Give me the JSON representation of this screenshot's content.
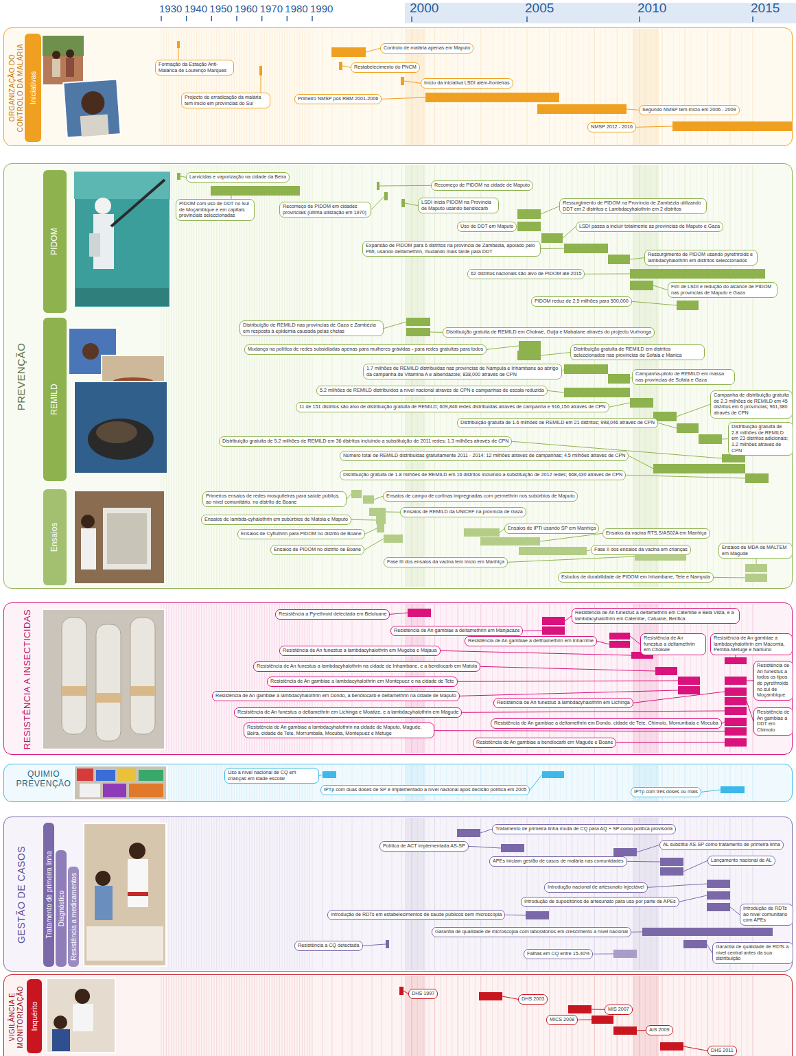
{
  "diagram": {
    "nodes": [
      {
        "text": [
          "ORGANIZAÇÃO DO CONTROLO DA MALÁRIA"
        ]
      },
      {
        "text": [
          "Iniciativas"
        ],
        "in": 0
      },
      {
        "text": [
          "Formação da Estação Anti-Malárica de Lourenço Marques"
        ],
        "in": 0
      },
      {
        "text": [
          "Projecto de erradicação da malária tem início em províncias do Sul"
        ],
        "in": 0
      },
      {
        "text": [
          "Controlo de malária apenas em Maputo"
        ],
        "in": 0
      },
      {
        "text": [
          "Restabelecimento do PNCM"
        ],
        "in": 0
      },
      {
        "text": [
          "Início da iniciativa LSDI além-fronteiras"
        ],
        "in": 0
      },
      {
        "text": [
          "Primeiro NMSP pós RBM 2001-2006"
        ],
        "in": 0
      },
      {
        "text": [
          "Segundo NMSP tem início em 2006 - 2009"
        ],
        "in": 0
      },
      {
        "text": [
          "NMSP 2012 - 2016"
        ],
        "in": 0
      },
      {
        "text": [
          "PREVENÇÃO"
        ]
      },
      {
        "text": [
          "PIDOM"
        ],
        "in": 10
      },
      {
        "text": [
          "Larvicidas e vaporização na cidade da Beira"
        ],
        "in": 10
      },
      {
        "text": [
          "PIDOM com uso de DDT no Sul de Moçambique e em capitais provinciais seleccionadas"
        ],
        "in": 10
      },
      {
        "text": [
          "Recomeço de PIDOM na cidade de Maputo"
        ],
        "in": 10
      },
      {
        "text": [
          "Recomeço de PIDOM em cidades provinciais (última utilização em 1970)"
        ],
        "in": 10
      },
      {
        "text": [
          "LSDI inicia PIDOM na Província de Maputo usando bendiocarb"
        ],
        "in": 10
      },
      {
        "text": [
          "Uso de DDT em Maputo"
        ],
        "in": 10
      },
      {
        "text": [
          "Ressurgimento de PIDOM na Província de Zambézia utilizando DDT em 2 distritos e Lambdacyhalothrin em 2 distritos"
        ],
        "in": 10
      },
      {
        "text": [
          "LSDI passa a incluir totalmente as províncias de Maputo e Gaza"
        ],
        "in": 10
      },
      {
        "text": [
          "Expansão de PIDOM para 6 distritos na província de Zambézia, apoiado pelo PMI, usando deltamethrin, mudando mais tarde para DDT"
        ],
        "in": 10
      },
      {
        "text": [
          "Ressurgimento de PIDOM usando pyrethroids e lambdacyhalothrin em distritos seleccionados"
        ],
        "in": 10
      },
      {
        "text": [
          "62 distritos nacionais são alvo de PIDOM até 2015"
        ],
        "in": 10
      },
      {
        "text": [
          "Fim de LSDI e redução do alcance de PIDOM nas províncias de Maputo e Gaza"
        ],
        "in": 10
      },
      {
        "text": [
          "PIDOM reduz de 2.5 milhões para 500,000"
        ],
        "in": 10
      },
      {
        "text": [
          "REMILD"
        ],
        "in": 10
      },
      {
        "text": [
          "Distribuição de REMILD nas províncias de Gaza e Zambézia em resposta à epidemia causada pelas cheias"
        ],
        "in": 10
      },
      {
        "text": [
          "Distribuição gratuita de REMILD em Chokwe, Guija e Mabalane através do projecto Vurhonga"
        ],
        "in": 10
      },
      {
        "text": [
          "Mudança na política de redes subsidiadas apenas para mulheres grávidas - para redes gratuitas para todos"
        ],
        "in": 10
      },
      {
        "text": [
          "Distribuição gratuita de REMILD em distritos seleccionados nas províncias de Sofala e Manica"
        ],
        "in": 10
      },
      {
        "text": [
          "1.7 milhões de REMILD distribuidas nas províncias de Nampula e Inhambane ao abrigo da campanha de Vitamina A e albendazole; 838,000 através de CPN"
        ],
        "in": 10
      },
      {
        "text": [
          "Campanha-piloto de REMILD em massa nas províncias de Sofala e Gaza"
        ],
        "in": 10
      },
      {
        "text": [
          "5.2 milhões de REMILD distribuídos a nível nacional através de CPN e campanhas de escala reduzida"
        ],
        "in": 10
      },
      {
        "text": [
          "Campanha de distribuição gratuita de 2.3 milhões de REMILD em 45 distritos em 6 províncias; 961,380 através de CPN"
        ],
        "in": 10
      },
      {
        "text": [
          "11 de 151 distritos são alvo de distribuição gratuita de REMILD; 609,846 redes distribuidas através de campanha e 916,150 através de CPN"
        ],
        "in": 10
      },
      {
        "text": [
          "Distribuição gratuita de 1.6 milhões de REMILD em 21 distritos; 998,046 através de CPN"
        ],
        "in": 10
      },
      {
        "text": [
          "Distribuição gratuita de 2.8 milhões de REMILD em 23 distritos adicionais; 1.2 milhões através de CPN"
        ],
        "in": 10
      },
      {
        "text": [
          "Distribuição gratuita de 5.2 milhões de REMILD em 36 distritos incluindo a substituição de 2011 redes; 1.3 milhões através de CPN"
        ],
        "in": 10
      },
      {
        "text": [
          "Número total de REMILD distribuidas gratuitamente 2011 - 2014: 12 milhões através de campanhas; 4.5 milhões através de CPN"
        ],
        "in": 10
      },
      {
        "text": [
          "Distribuição gratuita de 1.8 milhões de REMILD em 16 distritos incluindo a substituição de 2012 redes; 668,430 através de CPN"
        ],
        "in": 10
      },
      {
        "text": [
          "Ensaios"
        ],
        "in": 10
      },
      {
        "text": [
          "Primeiros ensaios de redes mosquiteiras para saúde pública, ao nível comunitário, no distrito de Boane"
        ],
        "in": 10
      },
      {
        "text": [
          "Ensaios de campo de cortinas impregnadas com permethrin nos subúrbios de Maputo"
        ],
        "in": 10
      },
      {
        "text": [
          "Ensaios de REMILD da UNICEF na província de Gaza"
        ],
        "in": 10
      },
      {
        "text": [
          "Ensaios de lambda-cyhalothrin em subúrbios de Matola e Maputo"
        ],
        "in": 10
      },
      {
        "text": [
          "Ensaios de IPTi usando SP em Manhiça"
        ],
        "in": 10
      },
      {
        "text": [
          "Ensaios de Cyfluthrin para PIDOM no distrito de Boane"
        ],
        "in": 10
      },
      {
        "text": [
          "Ensaios da vacina RTS,S/AS02A em Manhiça"
        ],
        "in": 10
      },
      {
        "text": [
          "Ensaios de PIDOM no distrito de Boane"
        ],
        "in": 10
      },
      {
        "text": [
          "Fase II dos ensaios da vacina em crianças"
        ],
        "in": 10
      },
      {
        "text": [
          "Ensaios de MDA de MALTEM em Magude"
        ],
        "in": 10
      },
      {
        "text": [
          "Fase III dos ensaios da vacina tem início em Manhiça"
        ],
        "in": 10
      },
      {
        "text": [
          "Estudos de durabilidade de PIDOM em Inhambane, Tete e Nampula"
        ],
        "in": 10
      },
      {
        "text": [
          "RESISTÊNCIA A INSECTICIDAS"
        ]
      },
      {
        "text": [
          "Resistência a Pyrethroid detectada em Beluluane"
        ],
        "in": 53
      },
      {
        "text": [
          "Resistência de An funestus a deltamethrin em Catembe e Bela Vista, e a lambdacyhalothrin em Catembe, Catuane, Benfica"
        ],
        "in": 53
      },
      {
        "text": [
          "Resistência de An gambiae a deltamethrin em Manjacaze"
        ],
        "in": 53
      },
      {
        "text": [
          "Resistência de An funestus a deltamethrin em Chokwe"
        ],
        "in": 53
      },
      {
        "text": [
          "Resistência de An gambiae a lambdacyhalothrin em Macomia, Pemba-Metuge e Namuno"
        ],
        "in": 53
      },
      {
        "text": [
          "Resistência de An funestus a lambdacyhalothrin em Mugeba e Majaua"
        ],
        "in": 53
      },
      {
        "text": [
          "Resistência de An gambiae a delthamethrin em Inharrime"
        ],
        "in": 53
      },
      {
        "text": [
          "Resistência de An funestus a lambdacyhalothrin na cidade de Inhambane, e a bendiocarb em Matola"
        ],
        "in": 53
      },
      {
        "text": [
          "Resistência de An funestus a todos os tipos de pyrethroids no sul de Moçambique"
        ],
        "in": 53
      },
      {
        "text": [
          "Resistência de An gambiae a lambdacyhalothrin em Montepuez e na cidade de Tete"
        ],
        "in": 53
      },
      {
        "text": [
          "Resistência de An gambiae a lambdacyhalothrin em Dondo, a bendiocarb e deltamethrin na cidade de Maputo"
        ],
        "in": 53
      },
      {
        "text": [
          "Resistência de An funestus a lambdacyhalothrin em Lichinga"
        ],
        "in": 53
      },
      {
        "text": [
          "Resistência de An funestus a deltamethrin em Lichinga e Moatize, e a lambdacyhalothrin em Magude"
        ],
        "in": 53
      },
      {
        "text": [
          "Resistência de An gambiae a deltamethrin em Dondo, cidade de Tete, Chimoio, Morrumbala e Mocuba"
        ],
        "in": 53
      },
      {
        "text": [
          "Resistência de An gambiae a DDT em Chimoio"
        ],
        "in": 53
      },
      {
        "text": [
          "Resistência de An gambiae a bendiocarb em Magude e Boane"
        ],
        "in": 53
      },
      {
        "text": [
          "Resistência de An gambiae a lambdacyhalothrin na cidade de Maputo, Magude, Beira, cidade de Tete, Morrumbala, Mocuba, Montepuez e Metuge"
        ],
        "in": 53
      },
      {
        "text": [
          "QUIMIO PREVENÇÃO"
        ]
      },
      {
        "text": [
          "Uso a nível nacional de CQ em crianças em idade escolar"
        ],
        "in": 71
      },
      {
        "text": [
          "IPTp com duas doses de SP é implementado a nível nacional após decisão política em 2005"
        ],
        "in": 71
      },
      {
        "text": [
          "IPTp com três doses ou mais"
        ],
        "in": 71
      },
      {
        "text": [
          "GESTÃO DE CASOS"
        ]
      },
      {
        "text": [
          "Tratamento de primeira linha"
        ],
        "in": 75
      },
      {
        "text": [
          "Diagnóstico"
        ],
        "in": 75
      },
      {
        "text": [
          "Resistência a medicamentos"
        ],
        "in": 75
      },
      {
        "text": [
          "Tratamento de primeira linha muda de CQ para AQ + SP como política provisória"
        ],
        "in": 75
      },
      {
        "text": [
          "Política de ACT implementada AS-SP"
        ],
        "in": 75
      },
      {
        "text": [
          "AL substitui AS-SP como tratamento de primeira linha"
        ],
        "in": 75
      },
      {
        "text": [
          "APEs iniciam gestão de casos de malária nas comunidades"
        ],
        "in": 75
      },
      {
        "text": [
          "Lançamento nacional de AL"
        ],
        "in": 75
      },
      {
        "text": [
          "Introdução nacional de artesunato injectável"
        ],
        "in": 75
      },
      {
        "text": [
          "Introdução de supositórios de artesunato para uso por parte de APEs"
        ],
        "in": 75
      },
      {
        "text": [
          "Introdução de RDTs em estabelecimentos de saúde públicos sem microscopia"
        ],
        "in": 75
      },
      {
        "text": [
          "Introdução de RDTs ao nível comunitário com APEs"
        ],
        "in": 75
      },
      {
        "text": [
          "Garantia de qualidade de microscopia com laboratórios em crescimento a nível nacional"
        ],
        "in": 75
      },
      {
        "text": [
          "Resistência a CQ detectada"
        ],
        "in": 75
      },
      {
        "text": [
          "Falhas em CQ entre 15-40%"
        ],
        "in": 75
      },
      {
        "text": [
          "Garantia de qualidade de RDTs a nível central antes da sua distribuição"
        ],
        "in": 75
      },
      {
        "text": [
          "VIGILÂNCIA E MONITORIZAÇÃO"
        ]
      },
      {
        "text": [
          "Inquérito"
        ],
        "in": 92
      },
      {
        "text": [
          "DHS 1997"
        ],
        "in": 92
      },
      {
        "text": [
          "DHS 2003"
        ],
        "in": 92
      },
      {
        "text": [
          "MIS 2007"
        ],
        "in": 92
      },
      {
        "text": [
          "MICS 2008"
        ],
        "in": 92
      },
      {
        "text": [
          "AIS 2009"
        ],
        "in": 92
      },
      {
        "text": [
          "DHS 2011"
        ],
        "in": 92
      }
    ],
    "labels": [
      "1930",
      "1940",
      "1950",
      "1960",
      "1970",
      "1980",
      "1990",
      "2000",
      "2005",
      "2010",
      "2015"
    ]
  }
}
